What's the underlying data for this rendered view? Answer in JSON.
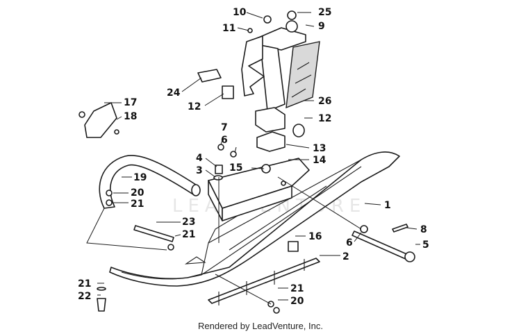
{
  "footer_text": "Rendered by LeadVenture, Inc.",
  "watermark_text": "LEADVENTURE",
  "callouts": [
    {
      "id": "c10",
      "label": "10"
    },
    {
      "id": "c25",
      "label": "25"
    },
    {
      "id": "c11",
      "label": "11"
    },
    {
      "id": "c9",
      "label": "9"
    },
    {
      "id": "c24",
      "label": "24"
    },
    {
      "id": "c12a",
      "label": "12"
    },
    {
      "id": "c26",
      "label": "26"
    },
    {
      "id": "c17",
      "label": "17"
    },
    {
      "id": "c18",
      "label": "18"
    },
    {
      "id": "c12b",
      "label": "12"
    },
    {
      "id": "c7",
      "label": "7"
    },
    {
      "id": "c6a",
      "label": "6"
    },
    {
      "id": "c13",
      "label": "13"
    },
    {
      "id": "c4",
      "label": "4"
    },
    {
      "id": "c3",
      "label": "3"
    },
    {
      "id": "c15",
      "label": "15"
    },
    {
      "id": "c14",
      "label": "14"
    },
    {
      "id": "c19",
      "label": "19"
    },
    {
      "id": "c20a",
      "label": "20"
    },
    {
      "id": "c21a",
      "label": "21"
    },
    {
      "id": "c1",
      "label": "1"
    },
    {
      "id": "c23",
      "label": "23"
    },
    {
      "id": "c21b",
      "label": "21"
    },
    {
      "id": "c8",
      "label": "8"
    },
    {
      "id": "c16",
      "label": "16"
    },
    {
      "id": "c6b",
      "label": "6"
    },
    {
      "id": "c5",
      "label": "5"
    },
    {
      "id": "c2",
      "label": "2"
    },
    {
      "id": "c21c",
      "label": "21"
    },
    {
      "id": "c22",
      "label": "22"
    },
    {
      "id": "c21d",
      "label": "21"
    },
    {
      "id": "c20b",
      "label": "20"
    }
  ]
}
